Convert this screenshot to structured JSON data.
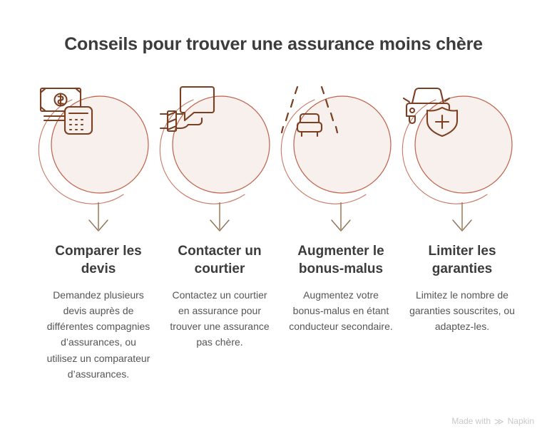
{
  "title": "Conseils pour trouver une assurance moins chère",
  "colors": {
    "circle_fill": "#F7F0EC",
    "circle_ring": "#C0614A",
    "sketch_arc": "#C0614A",
    "icon_stroke": "#7B3F22",
    "arrow": "#8B7355",
    "heading_text": "#3c3c3c",
    "body_text": "#555555",
    "background": "#ffffff",
    "watermark": "#c8c8c8"
  },
  "columns": [
    {
      "icon_name": "banknote-calculator-icon",
      "heading": "Comparer les devis",
      "body": "Demandez plusieurs devis auprès de différentes compagnies d’assurances, ou utilisez un comparateur d’assurances."
    },
    {
      "icon_name": "hand-speech-bubble-icon",
      "heading": "Contacter un courtier",
      "body": "Contactez un courtier en assurance pour trouver une assurance pas chère."
    },
    {
      "icon_name": "car-on-road-icon",
      "heading": "Augmenter le bonus-malus",
      "body": "Augmentez votre bonus-malus en étant conducteur secondaire."
    },
    {
      "icon_name": "car-shield-plus-icon",
      "heading": "Limiter les garanties",
      "body": "Limitez le nombre de garanties souscrites, ou adaptez-les."
    }
  ],
  "watermark": {
    "prefix": "Made with",
    "brand": "Napkin",
    "logo_glyph": "≫"
  }
}
